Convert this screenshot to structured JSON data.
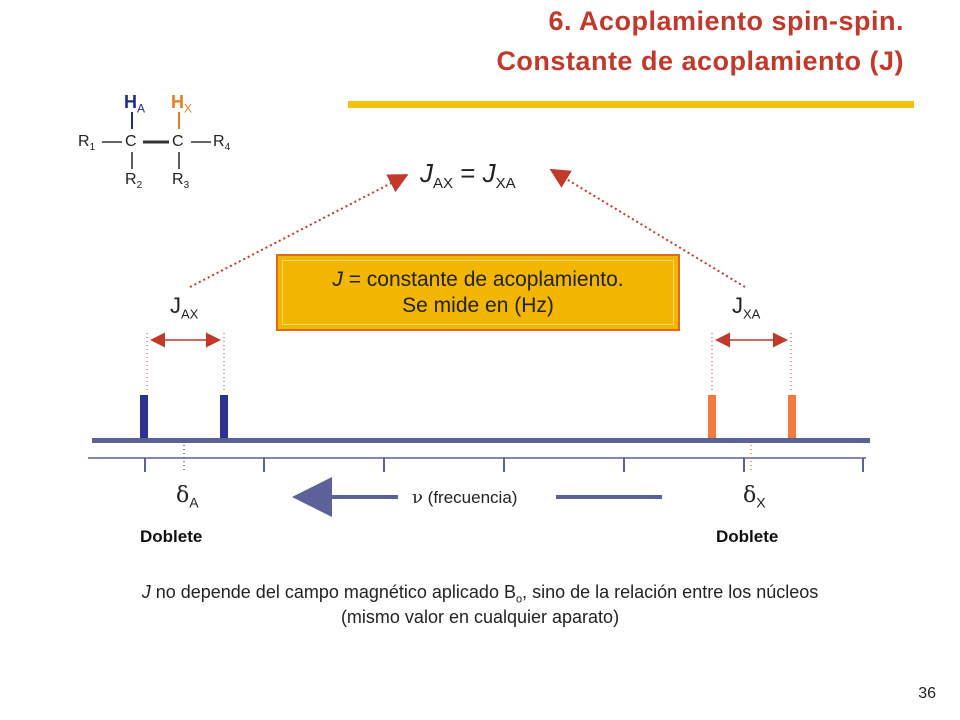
{
  "title": {
    "line1": "6. Acoplamiento spin-spin.",
    "line2": "Constante de acoplamiento (J)"
  },
  "molecule": {
    "ha": {
      "letter": "H",
      "sub": "A"
    },
    "hx": {
      "letter": "H",
      "sub": "X"
    },
    "c1": "C",
    "c2": "C",
    "r1": {
      "letter": "R",
      "sub": "1"
    },
    "r2": {
      "letter": "R",
      "sub": "2"
    },
    "r3": {
      "letter": "R",
      "sub": "3"
    },
    "r4": {
      "letter": "R",
      "sub": "4"
    }
  },
  "equation": {
    "j1": "J",
    "sub1": "AX",
    "eq": " = ",
    "j2": "J",
    "sub2": "XA"
  },
  "info_box": {
    "j": "J",
    "line1_rest": " = constante de acoplamiento.",
    "line2": "Se mide en (Hz)"
  },
  "coupling_labels": {
    "left": {
      "letter": "J",
      "sub": "AX"
    },
    "right": {
      "letter": "J",
      "sub": "XA"
    }
  },
  "axis": {
    "delta_a": {
      "symbol": "δ",
      "sub": "A"
    },
    "delta_x": {
      "symbol": "δ",
      "sub": "X"
    },
    "nu": "ν",
    "freq_label": " (frecuencia)"
  },
  "doublets": {
    "left": "Doblete",
    "right": "Doblete"
  },
  "note": {
    "j": "J",
    "line1_a": " no depende del campo magnético aplicado B",
    "line1_sub": "o",
    "line1_b": ", sino de la relación entre los núcleos",
    "line2": "(mismo valor en cualquier aparato)"
  },
  "page_number": "36",
  "colors": {
    "title": "#c0392b",
    "underline": "#f2c10a",
    "blue": "#2e3192",
    "orange": "#f47b3e",
    "axis": "#5c6197",
    "arrow_red": "#c0392b",
    "box": "#f2b500"
  }
}
